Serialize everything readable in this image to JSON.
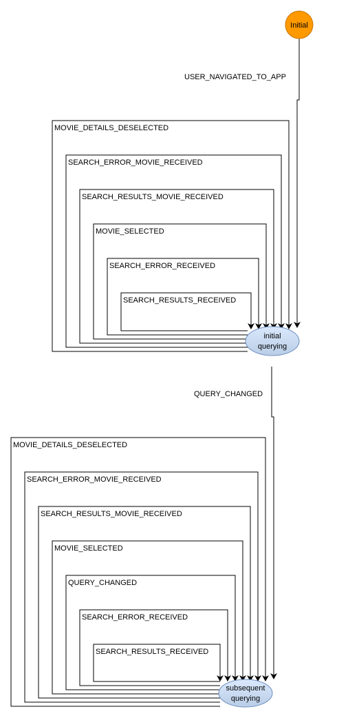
{
  "colors": {
    "initial_fill": "#FF9900",
    "initial_stroke": "#C77600",
    "state_fill_top": "#DAE8FC",
    "state_fill_bottom": "#B9CDE6",
    "state_stroke": "#6C8EBF",
    "line": "#000000"
  },
  "nodes": {
    "initial": {
      "label": "Initial"
    },
    "initial_querying": {
      "line1": "initial",
      "line2": "querying"
    },
    "subsequent_querying": {
      "line1": "subsequent",
      "line2": "querying"
    }
  },
  "transitions": {
    "navigated": "USER_NAVIGATED_TO_APP",
    "query_changed_main": "QUERY_CHANGED",
    "initial_loops": [
      "MOVIE_DETAILS_DESELECTED",
      "SEARCH_ERROR_MOVIE_RECEIVED",
      "SEARCH_RESULTS_MOVIE_RECEIVED",
      "MOVIE_SELECTED",
      "SEARCH_ERROR_RECEIVED",
      "SEARCH_RESULTS_RECEIVED"
    ],
    "subsequent_loops": [
      "MOVIE_DETAILS_DESELECTED",
      "SEARCH_ERROR_MOVIE_RECEIVED",
      "SEARCH_RESULTS_MOVIE_RECEIVED",
      "MOVIE_SELECTED",
      "QUERY_CHANGED",
      "SEARCH_ERROR_RECEIVED",
      "SEARCH_RESULTS_RECEIVED"
    ]
  }
}
